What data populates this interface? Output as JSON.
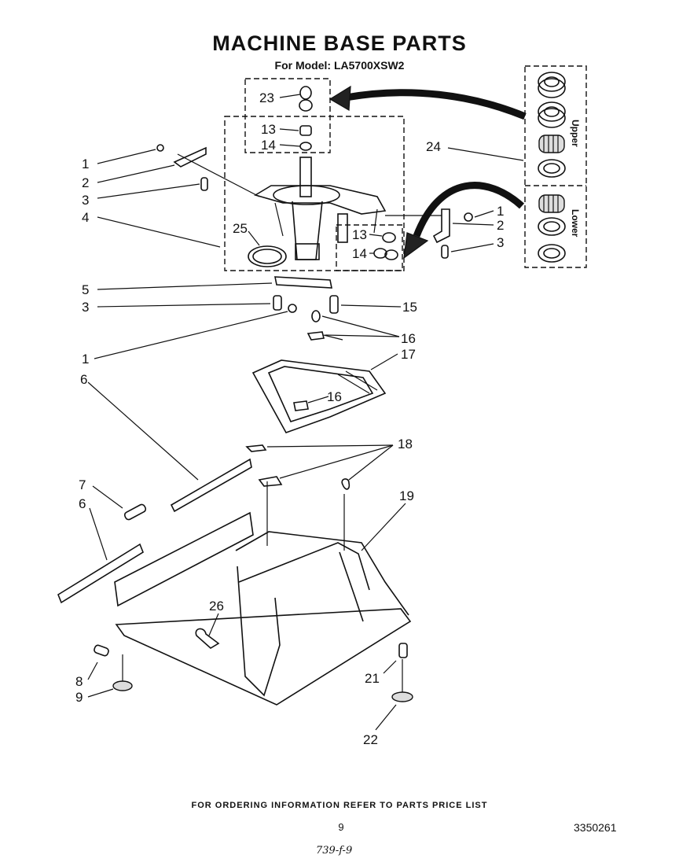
{
  "title": "MACHINE BASE PARTS",
  "subtitle": "For Model: LA5700XSW2",
  "bearing_labels": {
    "upper": "Upper",
    "lower": "Lower"
  },
  "callouts": {
    "c1a": "1",
    "c2a": "2",
    "c3a": "3",
    "c4": "4",
    "c5": "5",
    "c3b": "3",
    "c1b": "1",
    "c6a": "6",
    "c7": "7",
    "c6b": "6",
    "c8": "8",
    "c9": "9",
    "c23": "23",
    "c13a": "13",
    "c14a": "14",
    "c25": "25",
    "c24": "24",
    "c1c": "1",
    "c2b": "2",
    "c3c": "3",
    "c13b": "13",
    "c14b": "14",
    "c15": "15",
    "c16a": "16",
    "c16b": "16",
    "c17": "17",
    "c18": "18",
    "c19": "19",
    "c26": "26",
    "c21": "21",
    "c22": "22"
  },
  "footer": {
    "note": "FOR ORDERING INFORMATION REFER TO PARTS PRICE LIST",
    "page": "9",
    "doc_number": "3350261",
    "handwritten": "739-f-9"
  }
}
